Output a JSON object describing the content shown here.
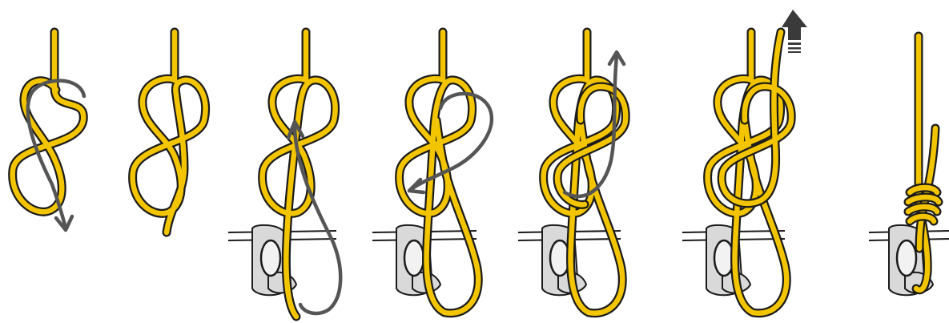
{
  "colors": {
    "rope": "#f2c500",
    "outline": "#1b1b1b",
    "arrow": "#555555",
    "harness": "#d9d9d9",
    "pull_arrow": "#3a3a3a"
  },
  "steps": [
    {
      "name": "step-1",
      "has_harness": false,
      "has_arrow": true
    },
    {
      "name": "step-2",
      "has_harness": false,
      "has_arrow": false
    },
    {
      "name": "step-3",
      "has_harness": true,
      "has_arrow": true
    },
    {
      "name": "step-4",
      "has_harness": true,
      "has_arrow": true
    },
    {
      "name": "step-5",
      "has_harness": true,
      "has_arrow": true
    },
    {
      "name": "step-6",
      "has_harness": true,
      "has_arrow": true
    },
    {
      "name": "step-7",
      "has_harness": true,
      "has_arrow": false
    }
  ],
  "icons": [
    "direction-arrow-icon",
    "pull-up-arrow-icon",
    "harness-icon",
    "belay-loop-ring-icon"
  ]
}
